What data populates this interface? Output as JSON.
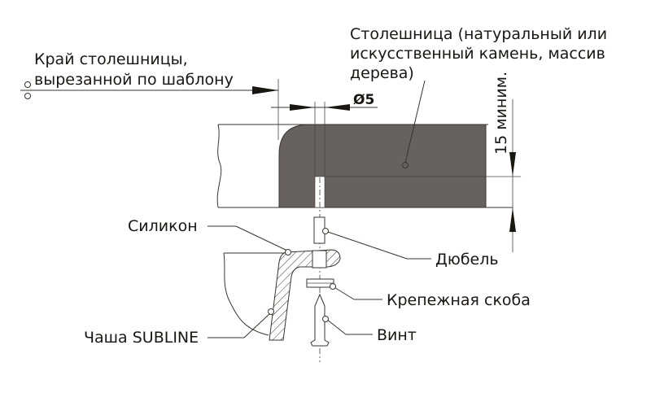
{
  "labels": {
    "edge": [
      "Край столешницы,",
      "вырезанной по шаблону"
    ],
    "countertop": [
      "Столешница (натуральный или",
      "искусственный камень, массив",
      "дерева)"
    ],
    "diameter": "Ø5",
    "min_depth": "15 миним.",
    "silicone": "Силикон",
    "dowel": "Дюбель",
    "bracket": "Крепежная скоба",
    "screw": "Винт",
    "bowl": "Чаша SUBLINE"
  },
  "colors": {
    "countertop_fill": "#676260",
    "line": "#3a342e",
    "text": "#1a1612",
    "hatch": "#3a342e"
  }
}
